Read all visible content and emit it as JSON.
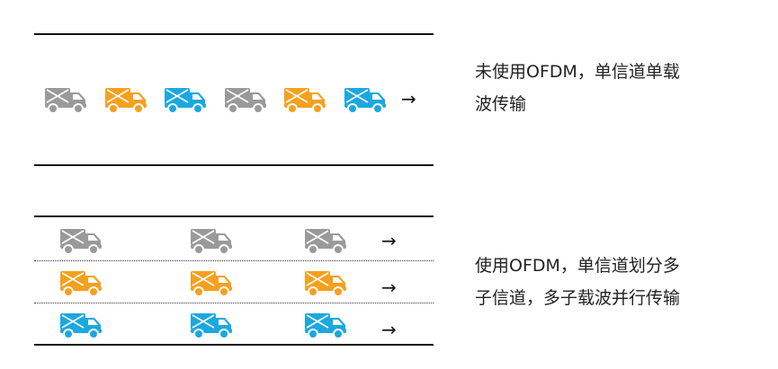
{
  "colors": {
    "gray": "#9a9a9a",
    "orange": "#f5a01e",
    "blue": "#1ba8df",
    "line": "#111111"
  },
  "truck_icon": "delivery-truck-icon",
  "arrow_glyph": "→",
  "panel_single": {
    "caption_line1": "未使用OFDM，单信道单载",
    "caption_line2": "波传输",
    "trucks": [
      "gray",
      "orange",
      "blue",
      "gray",
      "orange",
      "blue"
    ]
  },
  "panel_ofdm": {
    "caption_line1": "使用OFDM，单信道划分多",
    "caption_line2": "子信道，多子载波并行传输",
    "lanes": [
      {
        "color": "gray",
        "trucks": 3
      },
      {
        "color": "orange",
        "trucks": 3
      },
      {
        "color": "blue",
        "trucks": 3
      }
    ]
  }
}
